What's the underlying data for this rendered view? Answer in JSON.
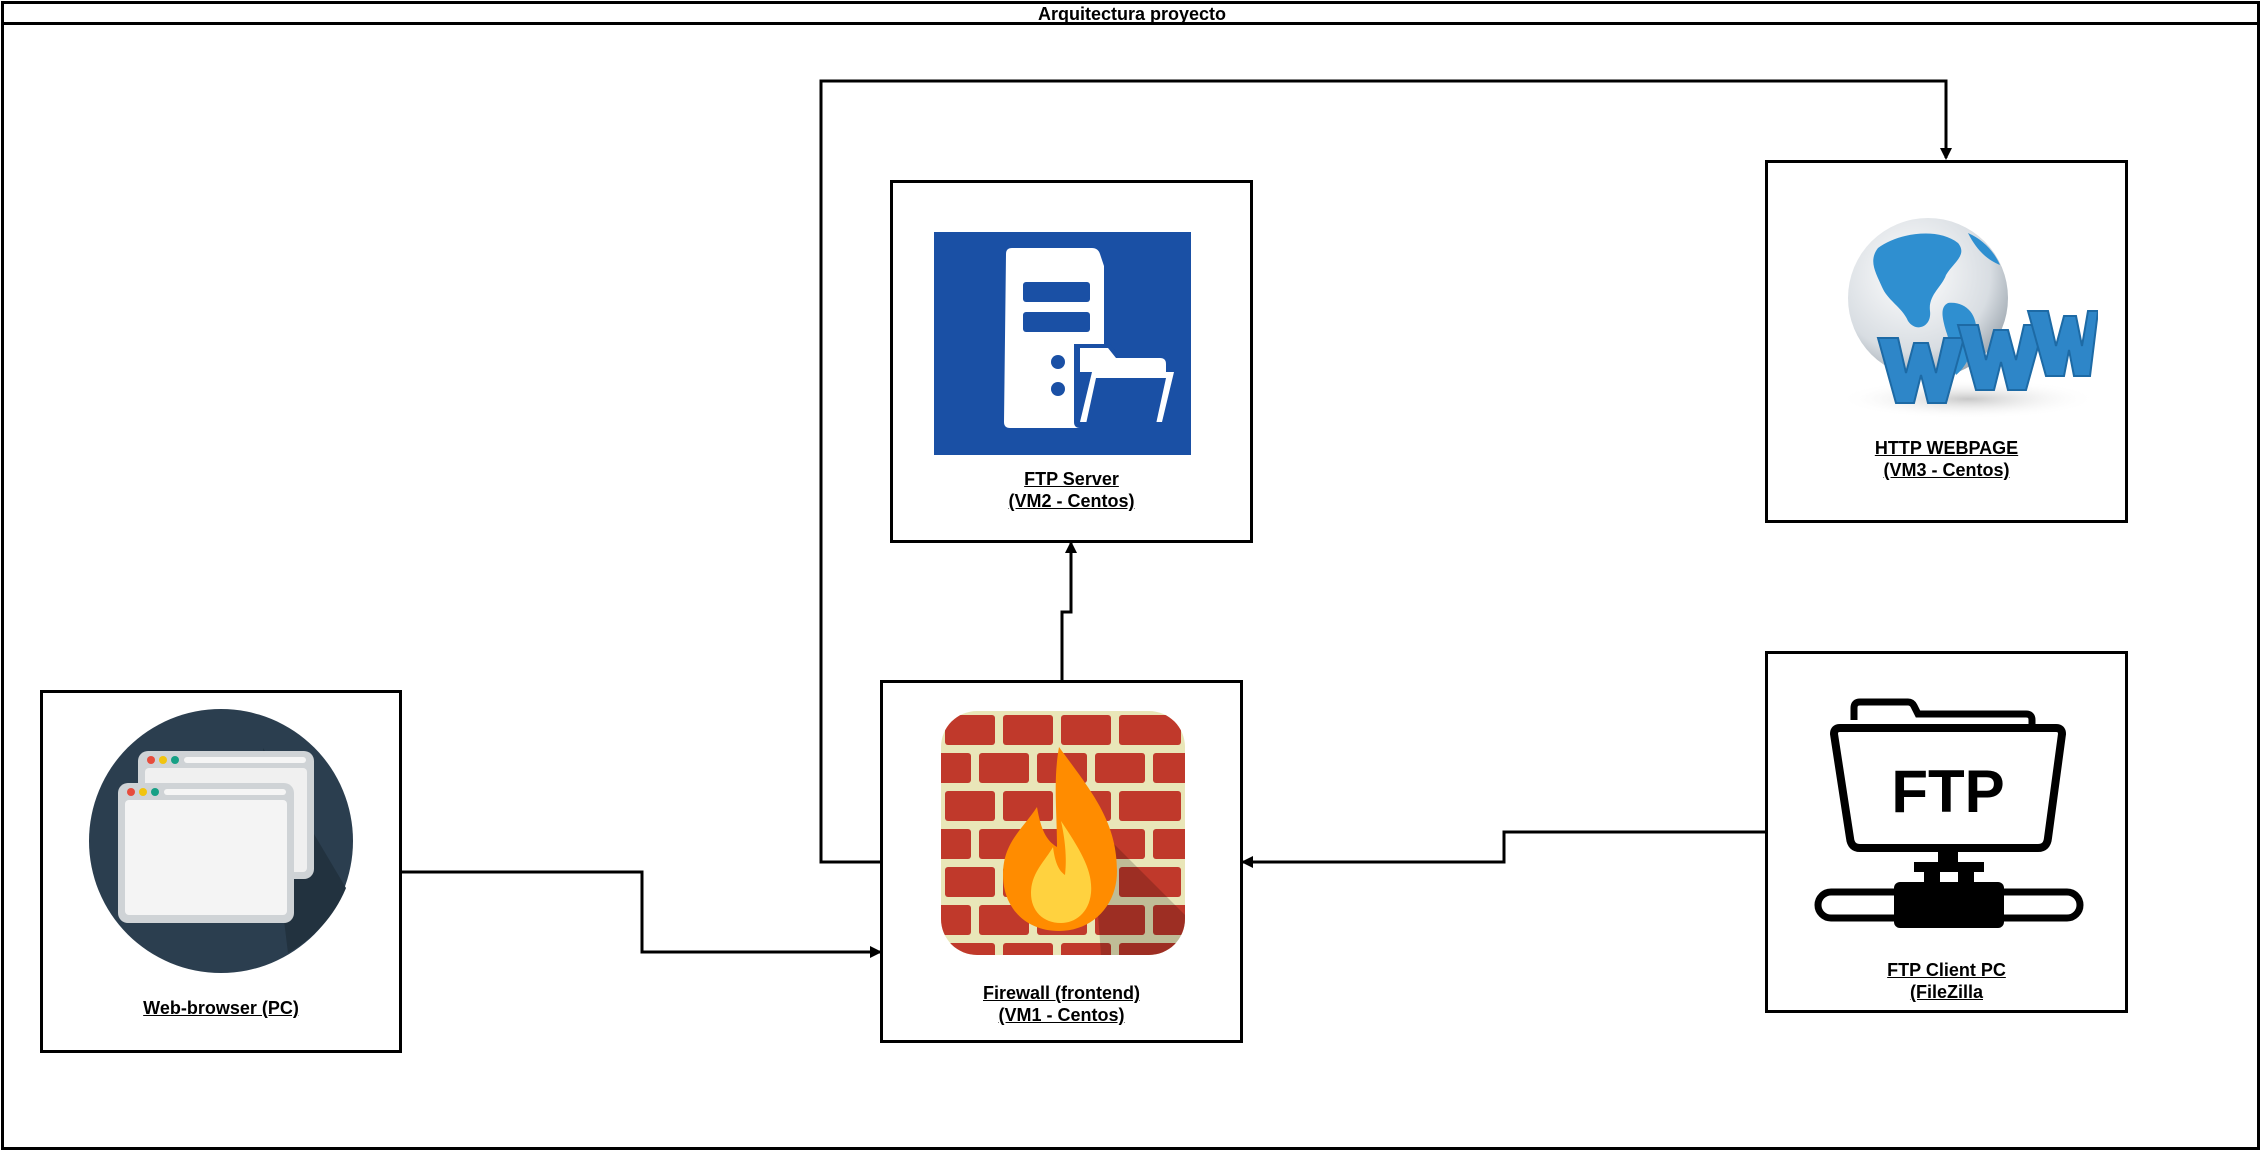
{
  "diagram": {
    "title": "Arquitectura proyecto",
    "nodes": {
      "web_browser": {
        "label_line1": "Web-browser (PC)",
        "icon": "browser-windows-icon"
      },
      "firewall": {
        "label_line1": "Firewall (frontend)",
        "label_line2": "(VM1 - Centos)",
        "icon": "firewall-icon"
      },
      "ftp_server": {
        "label_line1": "FTP Server",
        "label_line2": "(VM2 - Centos)",
        "icon": "ftp-server-icon"
      },
      "http_webpage": {
        "label_line1": "HTTP WEBPAGE",
        "label_line2": "(VM3 - Centos)",
        "icon": "www-globe-icon"
      },
      "ftp_client": {
        "label_line1": "FTP Client PC",
        "label_line2": "(FileZilla",
        "icon": "ftp-folder-icon",
        "icon_text": "FTP"
      }
    },
    "edges": [
      {
        "from": "Web-browser (PC)",
        "to": "Firewall (frontend)"
      },
      {
        "from": "Firewall (frontend)",
        "to": "FTP Server"
      },
      {
        "from": "Firewall (frontend)",
        "to": "HTTP WEBPAGE"
      },
      {
        "from": "FTP Client PC",
        "to": "Firewall (frontend)"
      }
    ],
    "colors": {
      "line": "#000000",
      "server_bg": "#1a50a5",
      "browser_bg": "#2b3e4f",
      "flame": "#ff8c00",
      "brick": "#c0392b"
    }
  }
}
